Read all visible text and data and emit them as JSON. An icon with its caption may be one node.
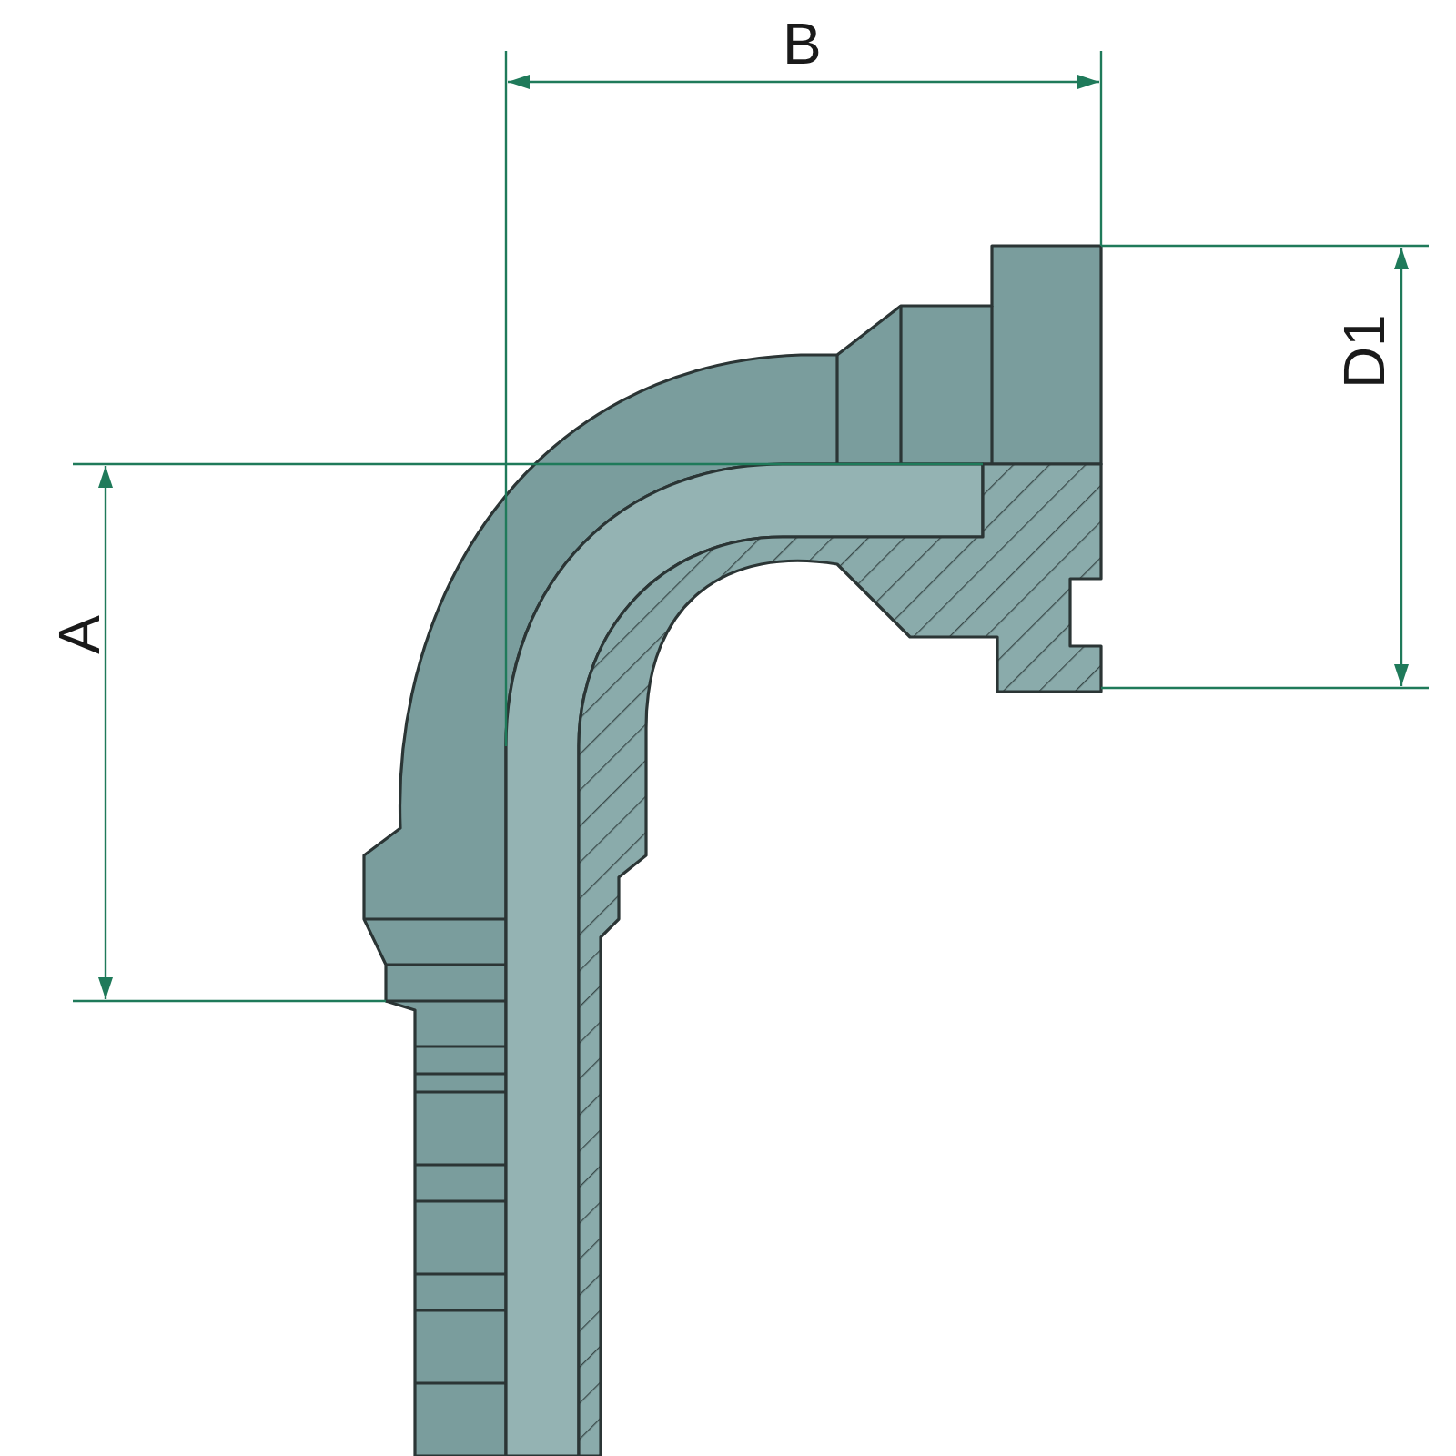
{
  "diagram": {
    "labels": [
      "B",
      "A",
      "D1"
    ]
  }
}
